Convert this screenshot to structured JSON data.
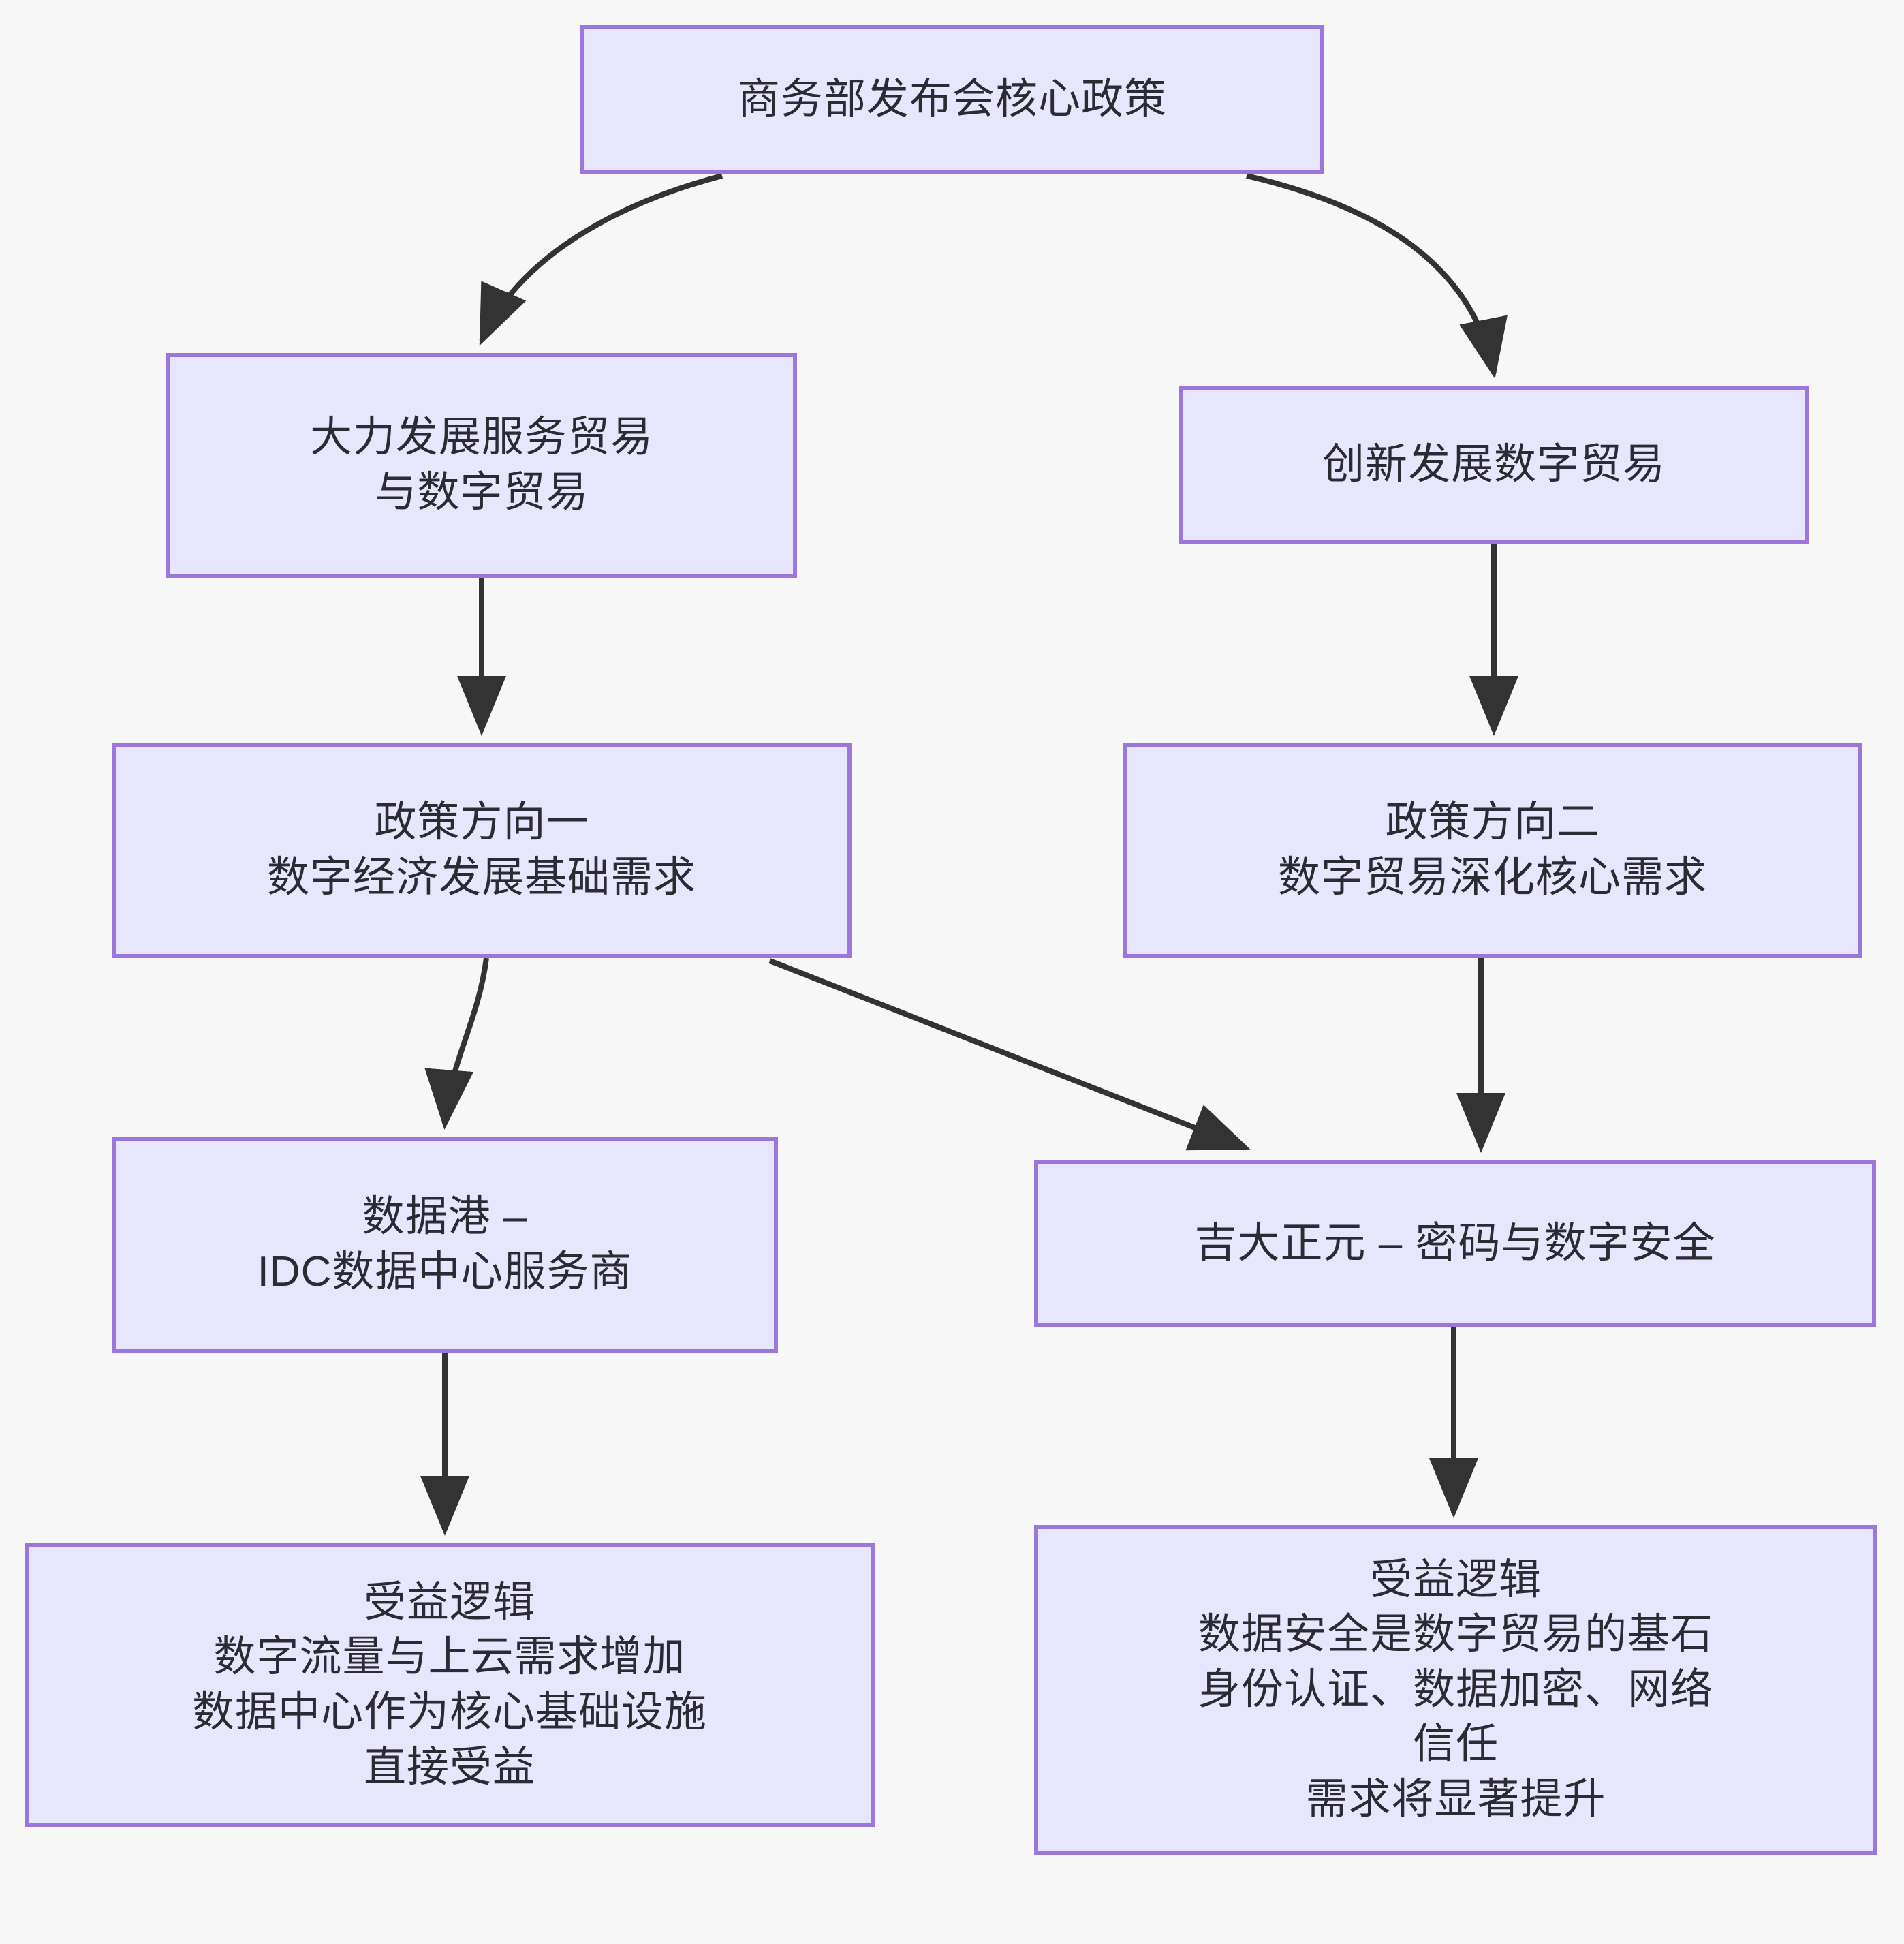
{
  "diagram": {
    "type": "flowchart",
    "direction": "top-down",
    "theme": {
      "page_background": "#f7f7f7",
      "node_fill": "#e8e6fc",
      "node_border": "#9b76dd",
      "node_text": "#2b2b33",
      "edge_color": "#333333"
    },
    "nodes": [
      {
        "id": "root",
        "label": "商务部发布会核心政策"
      },
      {
        "id": "branch_left",
        "label": "大力发展服务贸易\n与数字贸易"
      },
      {
        "id": "branch_right",
        "label": "创新发展数字贸易"
      },
      {
        "id": "policy_one",
        "label": "政策方向一\n数字经济发展基础需求"
      },
      {
        "id": "policy_two",
        "label": "政策方向二\n数字贸易深化核心需求"
      },
      {
        "id": "company_idc",
        "label": "数据港 –\nIDC数据中心服务商"
      },
      {
        "id": "company_sec",
        "label": "吉大正元 – 密码与数字安全"
      },
      {
        "id": "benefit_left",
        "label": "受益逻辑\n数字流量与上云需求增加\n数据中心作为核心基础设施\n直接受益"
      },
      {
        "id": "benefit_right",
        "label": "受益逻辑\n数据安全是数字贸易的基石\n身份认证、数据加密、网络\n信任\n需求将显著提升"
      }
    ],
    "edges": [
      {
        "from": "root",
        "to": "branch_left",
        "style": "curved",
        "arrow": "triangle"
      },
      {
        "from": "root",
        "to": "branch_right",
        "style": "curved",
        "arrow": "triangle"
      },
      {
        "from": "branch_left",
        "to": "policy_one",
        "style": "straight",
        "arrow": "triangle"
      },
      {
        "from": "branch_right",
        "to": "policy_two",
        "style": "straight",
        "arrow": "triangle"
      },
      {
        "from": "policy_one",
        "to": "company_idc",
        "style": "curved",
        "arrow": "triangle"
      },
      {
        "from": "policy_one",
        "to": "company_sec",
        "style": "diagonal",
        "arrow": "triangle"
      },
      {
        "from": "policy_two",
        "to": "company_sec",
        "style": "straight",
        "arrow": "triangle"
      },
      {
        "from": "company_idc",
        "to": "benefit_left",
        "style": "straight",
        "arrow": "triangle"
      },
      {
        "from": "company_sec",
        "to": "benefit_right",
        "style": "straight",
        "arrow": "triangle"
      }
    ]
  }
}
